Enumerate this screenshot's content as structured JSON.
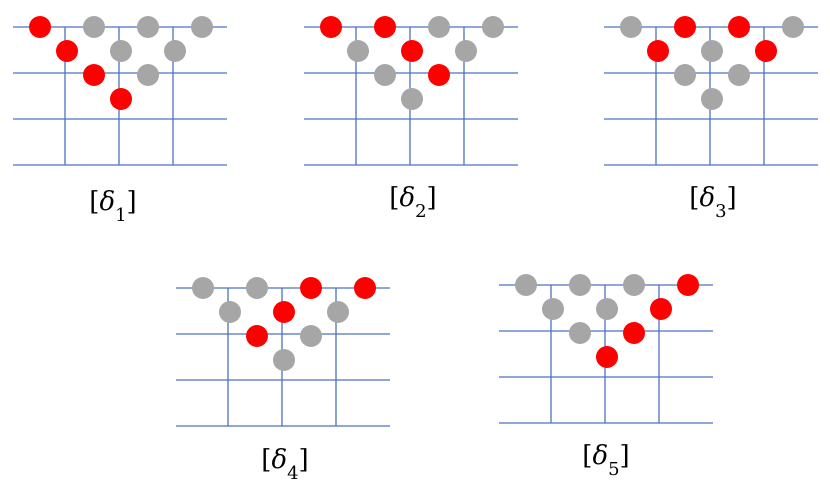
{
  "colors": {
    "active": "#ff0000",
    "inactive": "#a6a6a6",
    "grid": "#4a72c4"
  },
  "diagrams": [
    {
      "label": {
        "open": "[",
        "symbol": "δ",
        "sub": "1",
        "close": "]"
      },
      "active": [
        "r0c0",
        "r1c0",
        "r2c0",
        "r3c0"
      ]
    },
    {
      "label": {
        "open": "[",
        "symbol": "δ",
        "sub": "2",
        "close": "]"
      },
      "active": [
        "r0c0",
        "r0c1",
        "r1c1",
        "r2c1"
      ]
    },
    {
      "label": {
        "open": "[",
        "symbol": "δ",
        "sub": "3",
        "close": "]"
      },
      "active": [
        "r1c0",
        "r0c1",
        "r0c2",
        "r1c2"
      ]
    },
    {
      "label": {
        "open": "[",
        "symbol": "δ",
        "sub": "4",
        "close": "]"
      },
      "active": [
        "r2c0",
        "r1c1",
        "r0c2",
        "r0c3"
      ]
    },
    {
      "label": {
        "open": "[",
        "symbol": "δ",
        "sub": "5",
        "close": "]"
      },
      "active": [
        "r3c0",
        "r2c1",
        "r1c2",
        "r0c3"
      ]
    }
  ]
}
